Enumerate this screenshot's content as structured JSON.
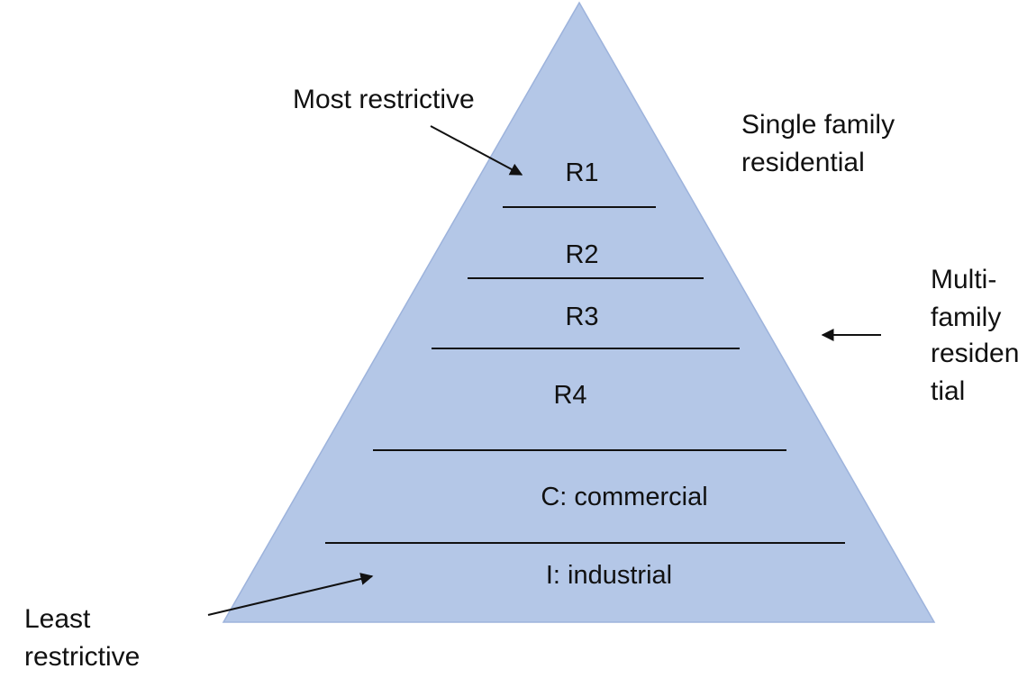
{
  "colors": {
    "pyramid_fill": "#b4c7e7",
    "pyramid_edge": "#9db3dc",
    "lines": "#111111",
    "text": "#111111"
  },
  "tiers": {
    "r1": "R1",
    "r2": "R2",
    "r3": "R3",
    "r4": "R4",
    "commercial": "C: commercial",
    "industrial": "I: industrial"
  },
  "annotations": {
    "most_restrictive": "Most restrictive",
    "single_family": [
      "Single family",
      "residential"
    ],
    "multi_family": [
      "Multi-",
      "family",
      "residen",
      "tial"
    ],
    "least_restrictive": [
      "Least",
      "restrictive"
    ]
  }
}
